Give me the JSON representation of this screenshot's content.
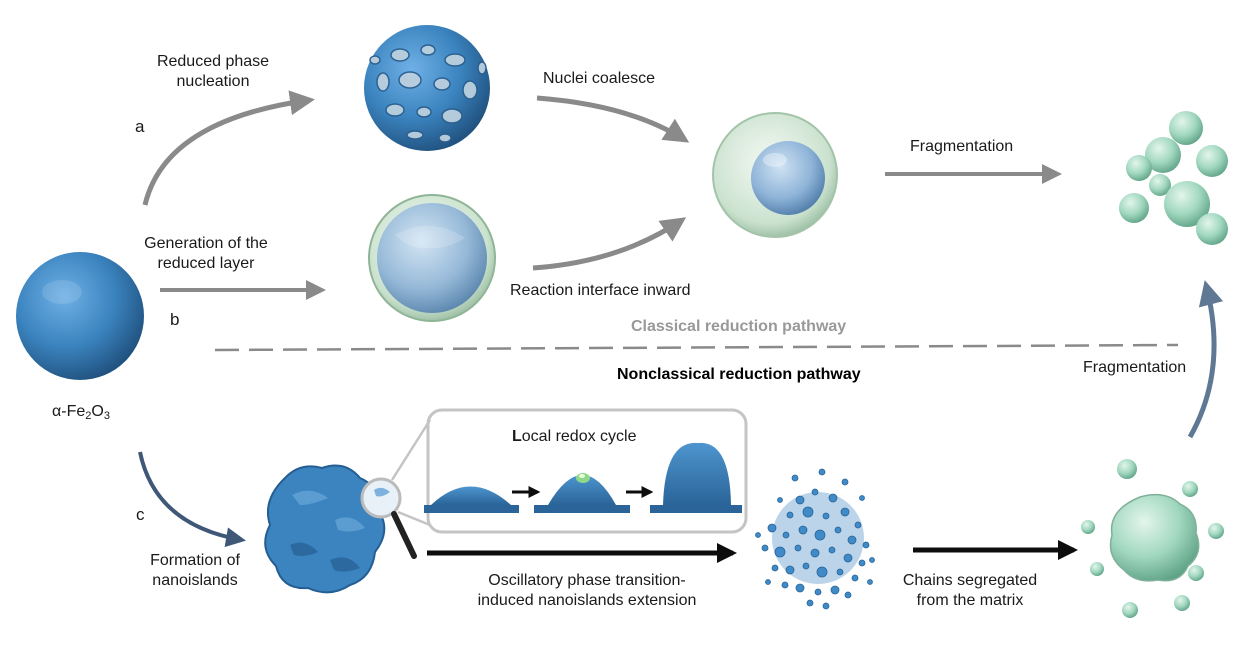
{
  "colors": {
    "hematite_blue": "#3b84bf",
    "reduced_green": "#9fd5bf",
    "arrow_gray": "#8a8a8a",
    "arrow_dark_blue": "#3f5877",
    "arrow_black": "#0d0d0d"
  },
  "start": {
    "label_prefix": "α-Fe",
    "sub1": "2",
    "label_mid": "O",
    "sub2": "3"
  },
  "path_a": {
    "letter": "a",
    "step1_line1": "Reduced phase",
    "step1_line2": "nucleation",
    "step2": "Nuclei coalesce"
  },
  "path_b": {
    "letter": "b",
    "step1_line1": "Generation of the",
    "step1_line2": "reduced layer",
    "step2": "Reaction interface inward"
  },
  "classical": {
    "fragmentation": "Fragmentation",
    "pathway_label": "Classical reduction pathway"
  },
  "nonclassical": {
    "pathway_label": "Nonclassical reduction pathway",
    "fragmentation": "Fragmentation"
  },
  "path_c": {
    "letter": "c",
    "step1_line1": "Formation of",
    "step1_line2": "nanoislands",
    "redox_box_first_letter": "L",
    "redox_box_rest": "ocal redox cycle",
    "step2_line1": "Oscillatory phase transition-",
    "step2_line2": "induced nanoislands extension",
    "step3_line1": "Chains segregated",
    "step3_line2": "from the matrix"
  }
}
